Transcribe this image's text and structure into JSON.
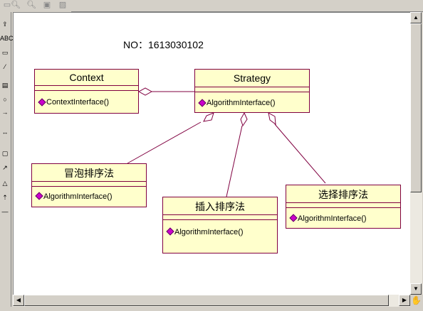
{
  "diagram": {
    "no_label": "NO：1613030102",
    "classes": {
      "context": {
        "name": "Context",
        "operation": "ContextInterface()"
      },
      "strategy": {
        "name": "Strategy",
        "operation": "AlgorithmInterface()"
      },
      "bubble": {
        "name": "冒泡排序法",
        "operation": "AlgorithmInterface()"
      },
      "insert": {
        "name": "插入排序法",
        "operation": "AlgorithmInterface()"
      },
      "select": {
        "name": "选择排序法",
        "operation": "AlgorithmInterface()"
      }
    }
  },
  "colors": {
    "class_fill": "#ffffcc",
    "class_border": "#800040",
    "link": "#800040"
  }
}
